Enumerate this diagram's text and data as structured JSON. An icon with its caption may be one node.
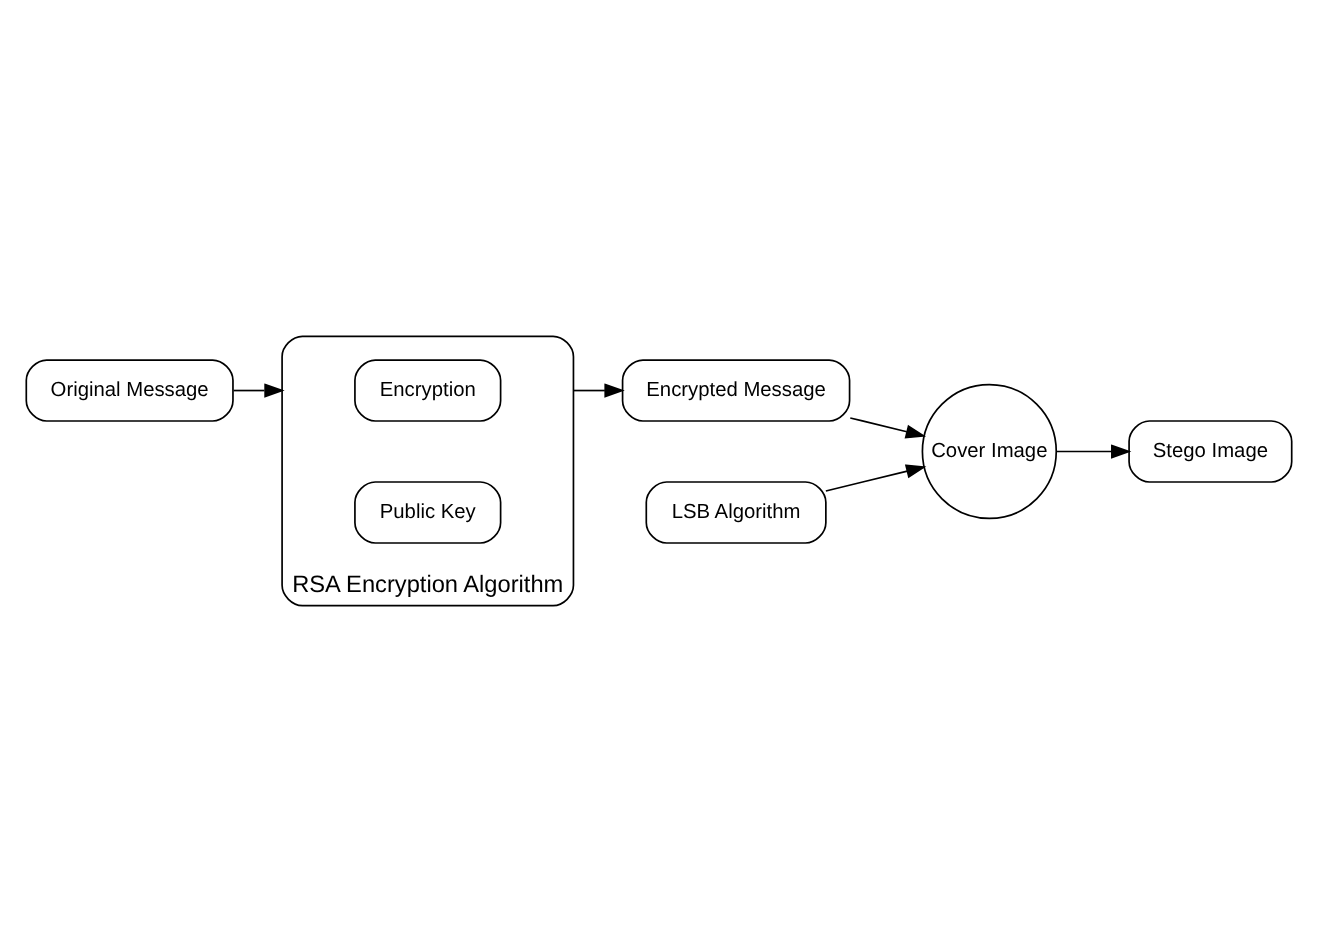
{
  "diagram": {
    "nodes": [
      {
        "text": [
          "Original Message"
        ]
      },
      {
        "text": [
          "RSA Encryption Algorithm"
        ]
      },
      {
        "text": [
          "Encryption"
        ],
        "in": 1
      },
      {
        "text": [
          "Public Key"
        ],
        "in": 1
      },
      {
        "text": [
          "Encrypted Message"
        ]
      },
      {
        "text": [
          "LSB Algorithm"
        ]
      },
      {
        "text": [
          "Cover Image"
        ]
      },
      {
        "text": [
          "Stego Image"
        ]
      }
    ],
    "edges": [
      {
        "from": 0,
        "to": 1,
        "arrow": "to"
      },
      {
        "from": 1,
        "to": 4,
        "arrow": "to"
      },
      {
        "from": 4,
        "to": 6,
        "arrow": "to"
      },
      {
        "from": 5,
        "to": 6,
        "arrow": "to"
      },
      {
        "from": 6,
        "to": 7,
        "arrow": "to"
      }
    ]
  }
}
